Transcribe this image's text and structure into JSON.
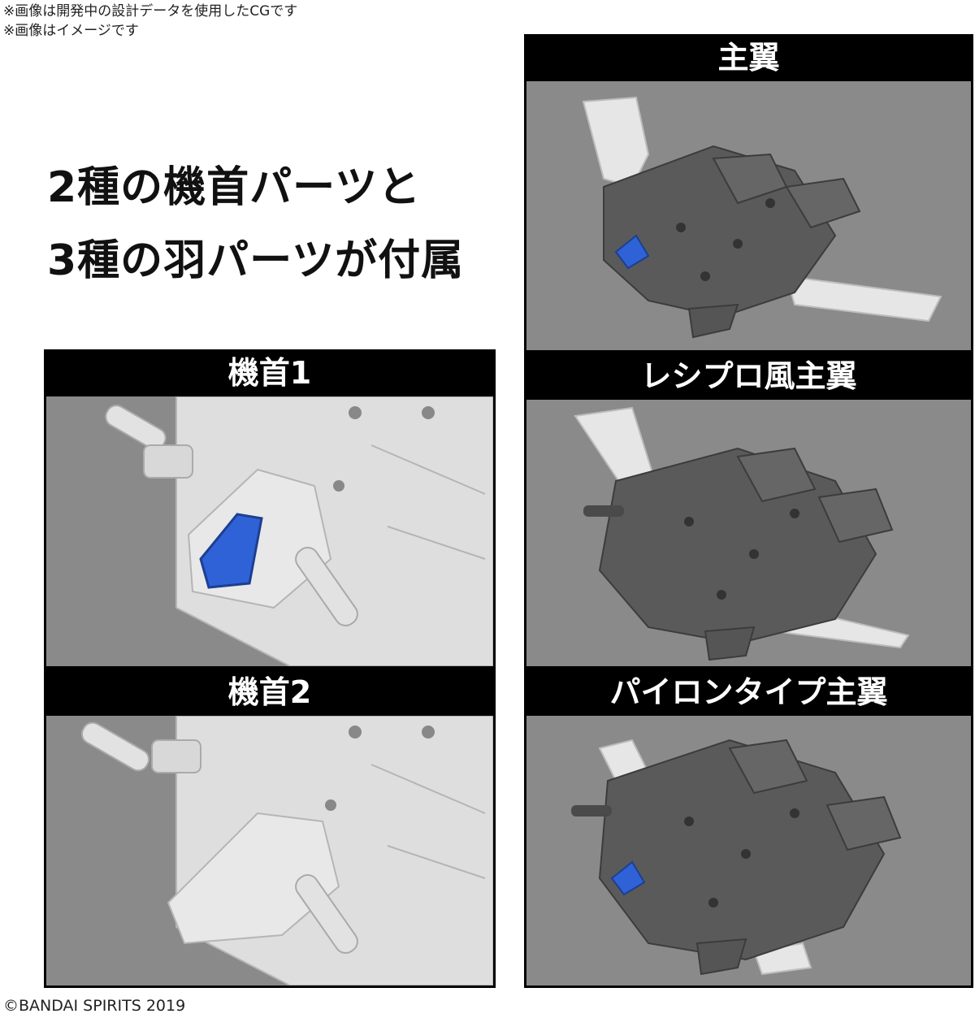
{
  "notes": {
    "line1": "※画像は開発中の設計データを使用したCGです",
    "line2": "※画像はイメージです"
  },
  "headline": {
    "line1": "2種の機首パーツと",
    "line2": "3種の羽パーツが付属"
  },
  "panels": [
    {
      "title": "主翼",
      "image": "gray-craft-white-wings"
    },
    {
      "title": "機首1",
      "image": "white-nose-blue-canopy"
    },
    {
      "title": "レシプロ風主翼",
      "image": "gray-craft-swept-white-wings"
    },
    {
      "title": "機首2",
      "image": "white-nose-no-canopy"
    },
    {
      "title": "パイロンタイプ主翼",
      "image": "gray-craft-pylon-wings"
    }
  ],
  "colors": {
    "panel_border": "#000000",
    "panel_background": "#8a8a8a",
    "dark_part": "#5a5a5a",
    "white_part": "#e6e6e6",
    "canopy": "#2f62d6"
  },
  "copyright": "©BANDAI SPIRITS 2019"
}
